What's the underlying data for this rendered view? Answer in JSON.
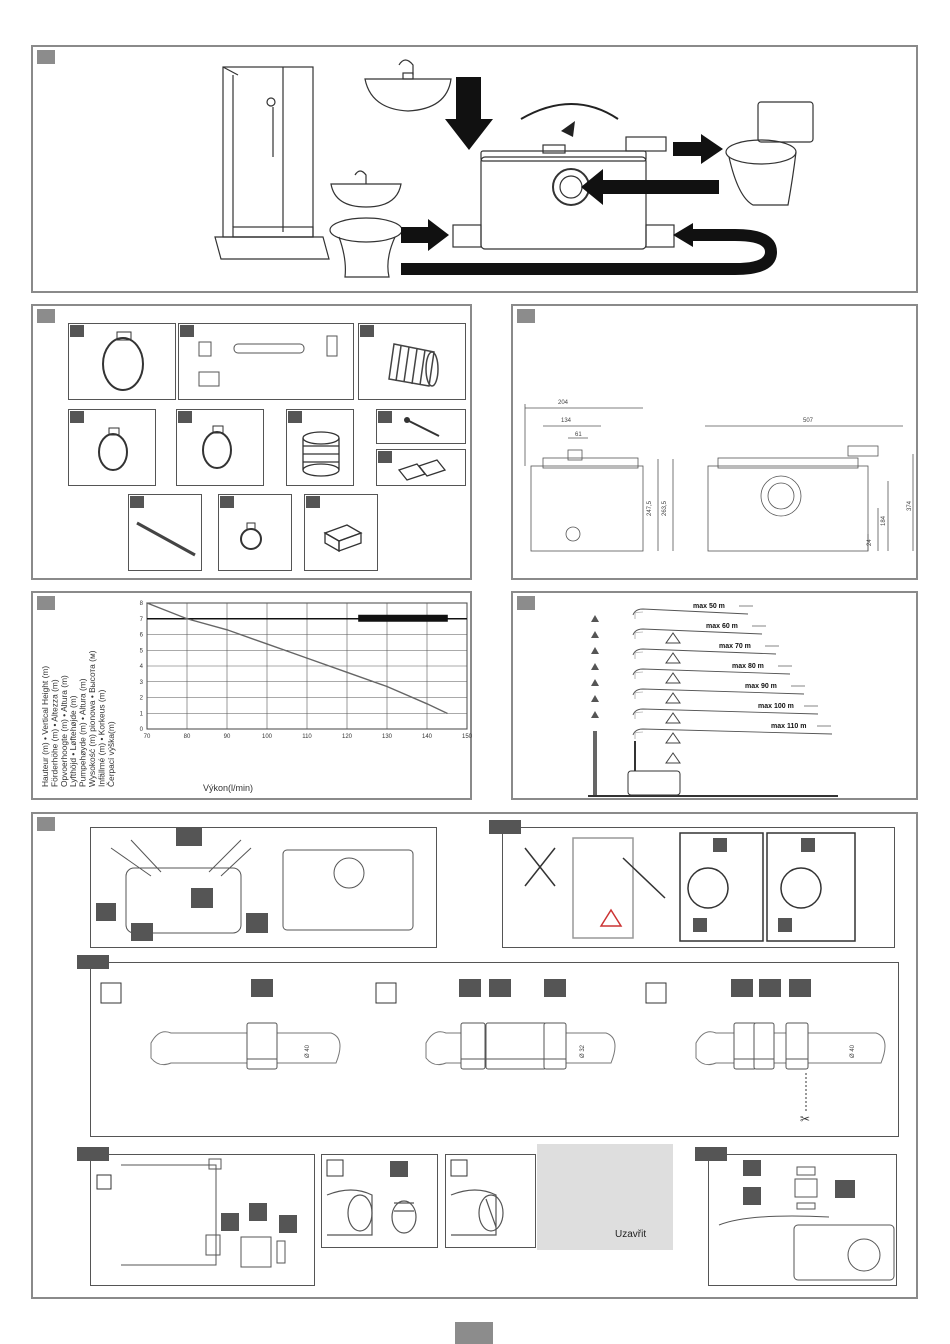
{
  "chart_data": {
    "type": "line",
    "title": "",
    "xlabel": "Výkon(l/min)",
    "ylabel": "Hauteur (m) • Vertical Height (m) • Förderhöhe (m) • Altezza (m) • Opvoerhoogte (m) • Altura (m) • Lyfthöjd • Løftehøjde (m) • Pumpehøyde (m) • Altura (m) • Wysokość (m) pionowa • Высота (м) • Infällmé (m) • Korkeus (m) • Čerpací výška(m)",
    "ylabel_lines": [
      "Hauteur (m) • Vertical Height (m)",
      "Förderhöhe (m) • Altezza (m)",
      "Opvoerhoogte (m) • Altura (m)",
      "Lyfthöjd • Løftehøjde (m)",
      "Pumpehøyde (m) • Altura (m)",
      "Wysokość (m) pionowa • Высота (м)",
      "Infällmé (m) • Korkeus (m)",
      "Čerpací výška(m)"
    ],
    "x_ticks": [
      "70",
      "80",
      "90",
      "100",
      "110",
      "120",
      "130",
      "140",
      "150"
    ],
    "y_ticks": [
      "0",
      "1",
      "2",
      "3",
      "4",
      "5",
      "6",
      "7",
      "8"
    ],
    "xlim": [
      70,
      150
    ],
    "ylim": [
      0,
      8
    ],
    "grid": true,
    "series": [
      {
        "x": [
          70,
          80,
          90,
          100,
          110,
          120,
          130,
          140,
          145
        ],
        "y": [
          8.0,
          7.0,
          6.3,
          5.4,
          4.5,
          3.6,
          2.7,
          1.6,
          1.0
        ]
      }
    ],
    "reference_line_y": 7
  },
  "flow_diagram": {
    "max_labels": [
      "max 50 m",
      "max 60 m",
      "max 70 m",
      "max 80 m",
      "max 90 m",
      "max 100 m",
      "max 110 m"
    ]
  },
  "dimensions": {
    "front": [
      "204",
      "134",
      "61",
      "247,5",
      "263,5"
    ],
    "side": [
      "507",
      "374",
      "184",
      "24"
    ]
  },
  "gray_box": {
    "text": "Uzavřit"
  },
  "pipe_diameters": [
    "Ø 40",
    "Ø 32",
    "Ø 40"
  ]
}
